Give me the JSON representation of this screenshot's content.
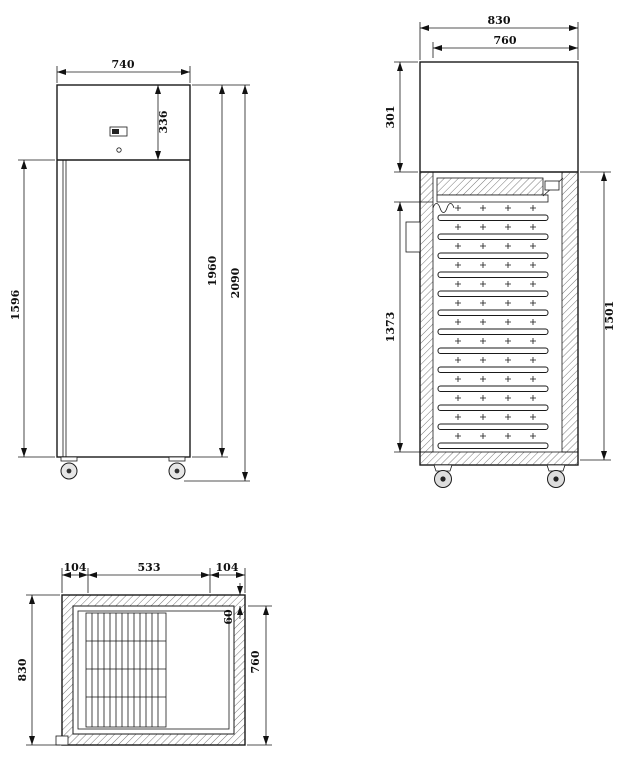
{
  "drawing": {
    "front": {
      "width": "740",
      "panel_height": "336",
      "body_height": "1960",
      "total_height": "2090",
      "door_height": "1596"
    },
    "side": {
      "total_depth": "830",
      "inner_depth": "760",
      "top_section_height": "301",
      "interior_height": "1373",
      "cavity_height": "1501"
    },
    "top": {
      "left_offset": "104",
      "center_width": "533",
      "right_offset": "104",
      "rear_gap": "60",
      "total_depth": "830",
      "inner_depth": "760"
    }
  }
}
